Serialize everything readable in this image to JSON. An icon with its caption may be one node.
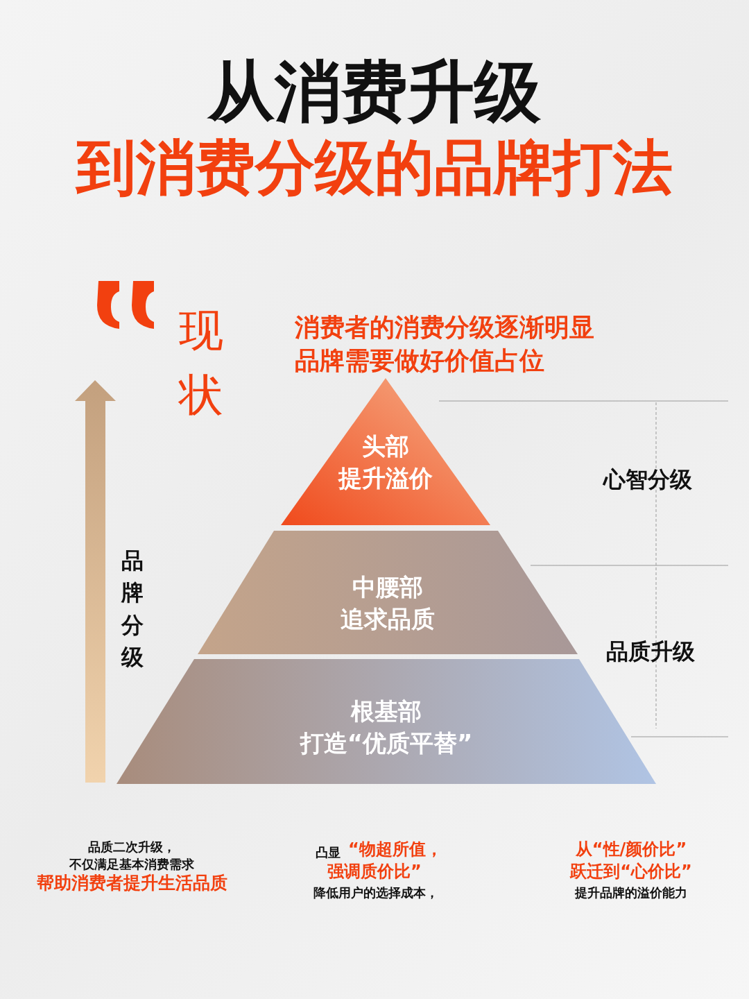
{
  "diagram": {
    "nodes": [
      {
        "text": [
          "头部",
          "提升溢价"
        ]
      },
      {
        "text": [
          "中腰部",
          "追求品质"
        ]
      },
      {
        "text": [
          "根基部",
          "打造“优质平替”"
        ]
      }
    ],
    "labels": [
      "从消费升级",
      "到消费分级的品牌打法",
      "现状",
      "消费者的消费分级逐渐明显",
      "品牌需要做好价值占位",
      "心智分级",
      "品牌分级",
      "品质升级",
      "品质二次升级，",
      "不仅满足基本消费需求",
      "帮助消费者提升生活品质",
      "凸显",
      "“物超所值，",
      "强调质价比”",
      "降低用户的选择成本，",
      "从“性/颜价比”",
      "跃迁到“心价比”",
      "提升品牌的溢价能力"
    ]
  }
}
